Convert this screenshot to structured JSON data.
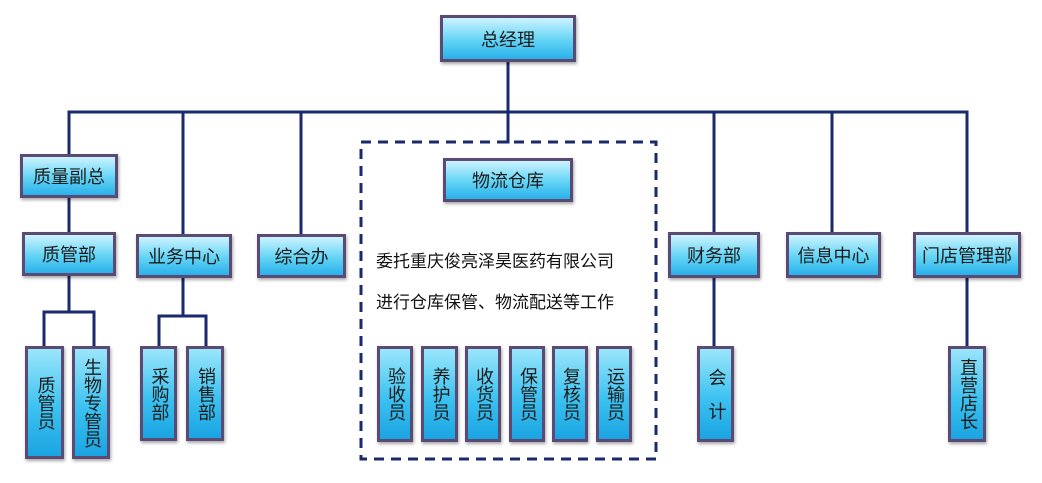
{
  "chart": {
    "top": {
      "label": "总经理"
    },
    "branches": [
      {
        "name": "质量副总",
        "sub": "质管部",
        "leaves": [
          "质管员",
          "生物专管员"
        ]
      },
      {
        "name": "业务中心",
        "leaves": [
          "采购部",
          "销售部"
        ]
      },
      {
        "name": "综合办"
      },
      {
        "name": "物流仓库",
        "note_lines": [
          "委托重庆俊亮泽昊医药有限公司",
          "进行仓库保管、物流配送等工作"
        ],
        "leaves": [
          "验收员",
          "养护员",
          "收货员",
          "保管员",
          "复核员",
          "运输员"
        ]
      },
      {
        "name": "财务部",
        "leaves": [
          "会计"
        ]
      },
      {
        "name": "信息中心"
      },
      {
        "name": "门店管理部",
        "leaves": [
          "直营店长"
        ]
      }
    ]
  },
  "colors": {
    "line": "#1a2a6c",
    "border": "#5b4a73",
    "fill_light": "#cdf3ff",
    "fill_dark": "#29b1ea"
  }
}
